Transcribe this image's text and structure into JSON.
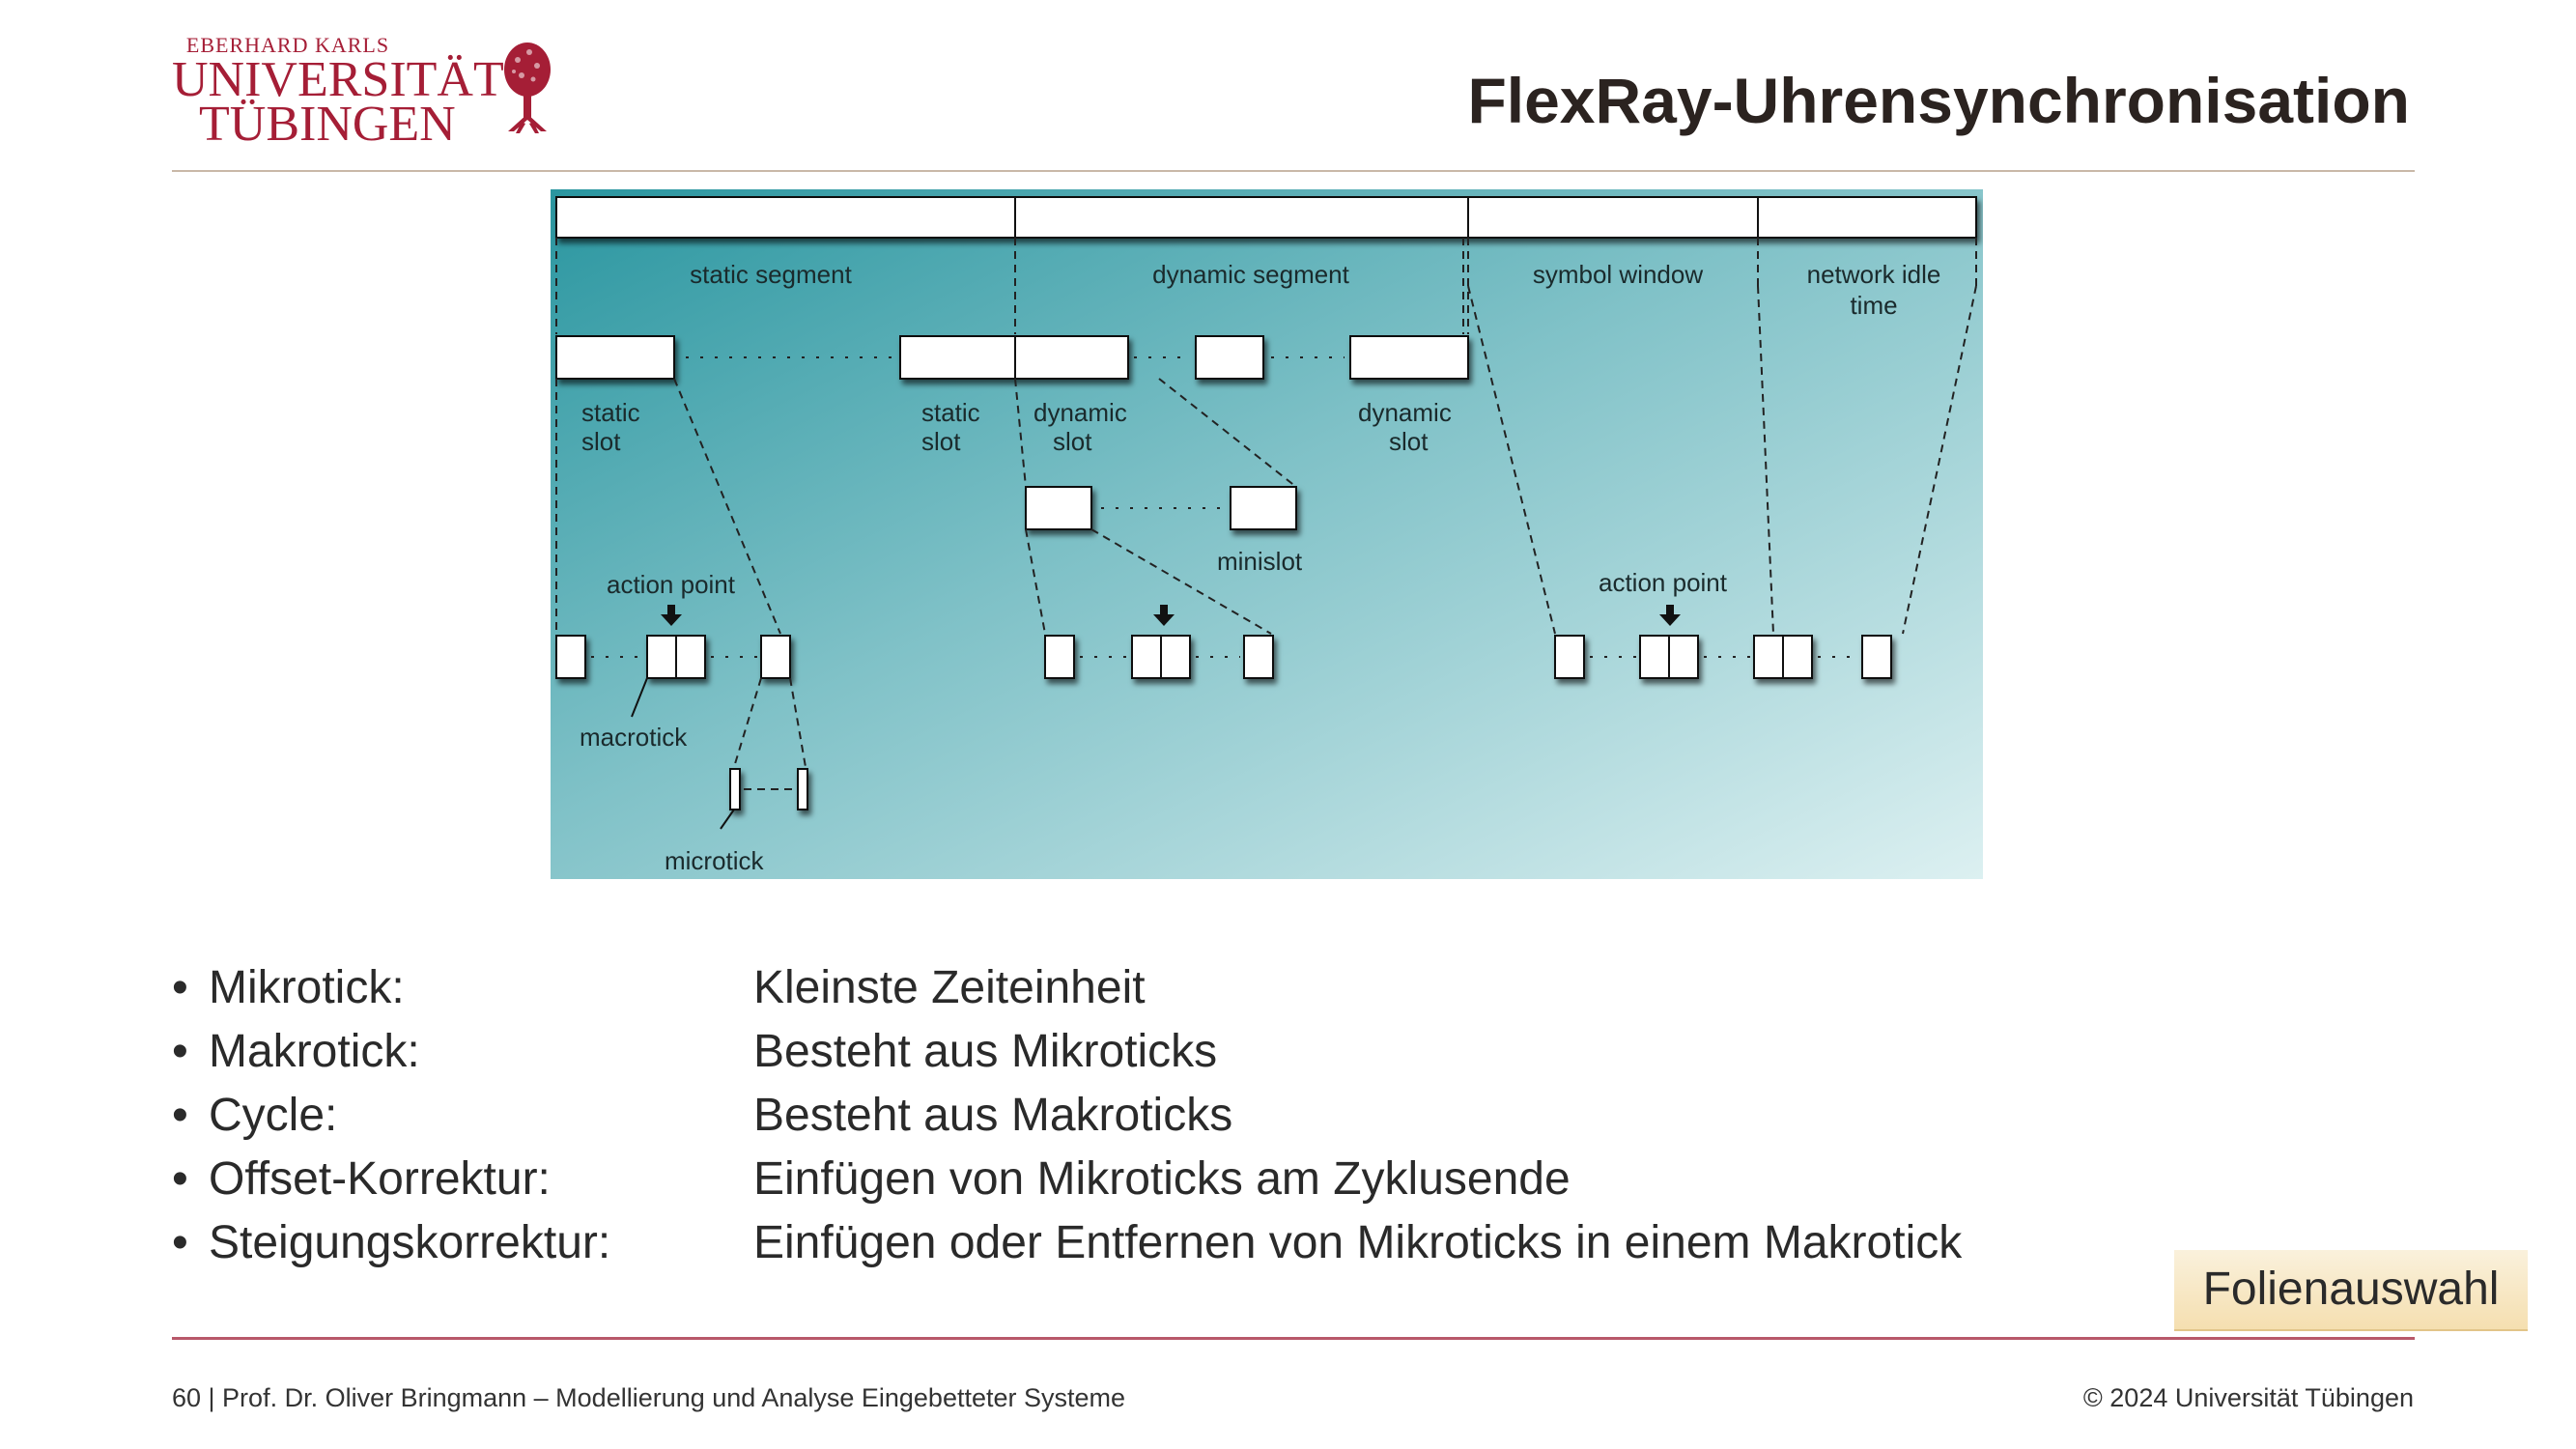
{
  "header": {
    "logo": {
      "line1": "EBERHARD KARLS",
      "line2": "UNIVERSITÄT",
      "line3": "TÜBINGEN"
    },
    "title": "FlexRay-Uhrensynchronisation"
  },
  "figure": {
    "segments": [
      "static segment",
      "dynamic segment",
      "symbol window",
      "network idle",
      "time"
    ],
    "static_slot": [
      "static",
      "slot"
    ],
    "static_slot2": [
      "static",
      "slot"
    ],
    "dynamic_slot": [
      "dynamic",
      "slot"
    ],
    "dynamic_slot2": [
      "dynamic",
      "slot"
    ],
    "minislot": "minislot",
    "action_point_1": "action point",
    "action_point_2": "action point",
    "macrotick": "macrotick",
    "microtick": "microtick"
  },
  "bullets": [
    {
      "term": "Mikrotick:",
      "desc": "Kleinste Zeiteinheit"
    },
    {
      "term": "Makrotick:",
      "desc": "Besteht aus Mikroticks"
    },
    {
      "term": "Cycle:",
      "desc": "Besteht aus Makroticks"
    },
    {
      "term": "Offset-Korrektur:",
      "desc": "Einfügen von Mikroticks am Zyklusende"
    },
    {
      "term": "Steigungskorrektur:",
      "desc": "Einfügen oder Entfernen von Mikroticks in einem Makrotick"
    }
  ],
  "bullet_char": "•",
  "folien_button": "Folienauswahl",
  "footer": {
    "left": "60 | Prof. Dr. Oliver Bringmann – Modellierung und Analyse Eingebetteter Systeme",
    "right": "© 2024 Universität Tübingen"
  },
  "colors": {
    "brand": "#a51e36",
    "title": "#2b2320",
    "figure_bg_dark": "#2e9aa4",
    "figure_bg_light": "#d9eeef"
  }
}
